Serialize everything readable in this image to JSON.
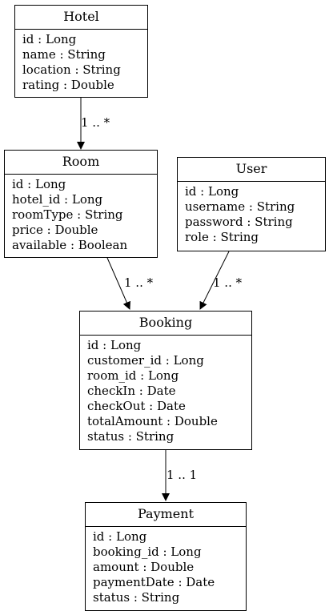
{
  "classes": {
    "hotel": {
      "name": "Hotel",
      "attributes": [
        "id : Long",
        "name : String",
        "location : String",
        "rating : Double"
      ]
    },
    "room": {
      "name": "Room",
      "attributes": [
        "id : Long",
        "hotel_id : Long",
        "roomType : String",
        "price : Double",
        "available : Boolean"
      ]
    },
    "user": {
      "name": "User",
      "attributes": [
        "id : Long",
        "username : String",
        "password : String",
        "role : String"
      ]
    },
    "booking": {
      "name": "Booking",
      "attributes": [
        "id : Long",
        "customer_id : Long",
        "room_id : Long",
        "checkIn : Date",
        "checkOut : Date",
        "totalAmount : Double",
        "status : String"
      ]
    },
    "payment": {
      "name": "Payment",
      "attributes": [
        "id : Long",
        "booking_id : Long",
        "amount : Double",
        "paymentDate : Date",
        "status : String"
      ]
    }
  },
  "relations": {
    "hotel_room": "1 .. *",
    "room_booking": "1 .. *",
    "user_booking": "1 .. *",
    "booking_payment": "1 .. 1"
  }
}
